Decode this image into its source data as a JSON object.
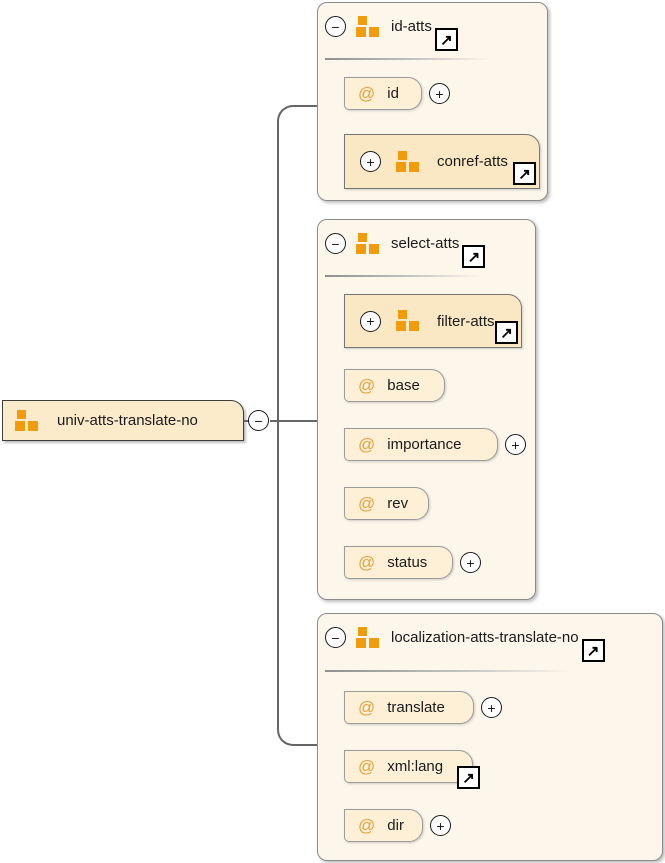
{
  "diagram": {
    "attribute_prefix": "@",
    "glyphs": {
      "collapse": "−",
      "expand": "+",
      "link_arrow": "↗"
    },
    "colors": {
      "icon_orange": "#F09C0C",
      "at_sign_orange": "#E2A23C",
      "group_fill": "#FDF6EA",
      "attribute_fill": "#FDF0D7",
      "reference_fill": "#FAE8C5",
      "root_fill": "#FBEBCB",
      "connector_gray": "#666666"
    },
    "root": {
      "label": "univ-atts-translate-no"
    },
    "groups": [
      {
        "label": "id-atts",
        "children": [
          {
            "type": "attribute",
            "label": "id"
          },
          {
            "type": "group-ref",
            "label": "conref-atts"
          }
        ]
      },
      {
        "label": "select-atts",
        "children": [
          {
            "type": "group-ref",
            "label": "filter-atts"
          },
          {
            "type": "attribute",
            "label": "base"
          },
          {
            "type": "attribute",
            "label": "importance"
          },
          {
            "type": "attribute",
            "label": "rev"
          },
          {
            "type": "attribute",
            "label": "status"
          }
        ]
      },
      {
        "label": "localization-atts-translate-no",
        "children": [
          {
            "type": "attribute",
            "label": "translate"
          },
          {
            "type": "attribute",
            "label": "xml:lang"
          },
          {
            "type": "attribute",
            "label": "dir"
          }
        ]
      }
    ]
  }
}
